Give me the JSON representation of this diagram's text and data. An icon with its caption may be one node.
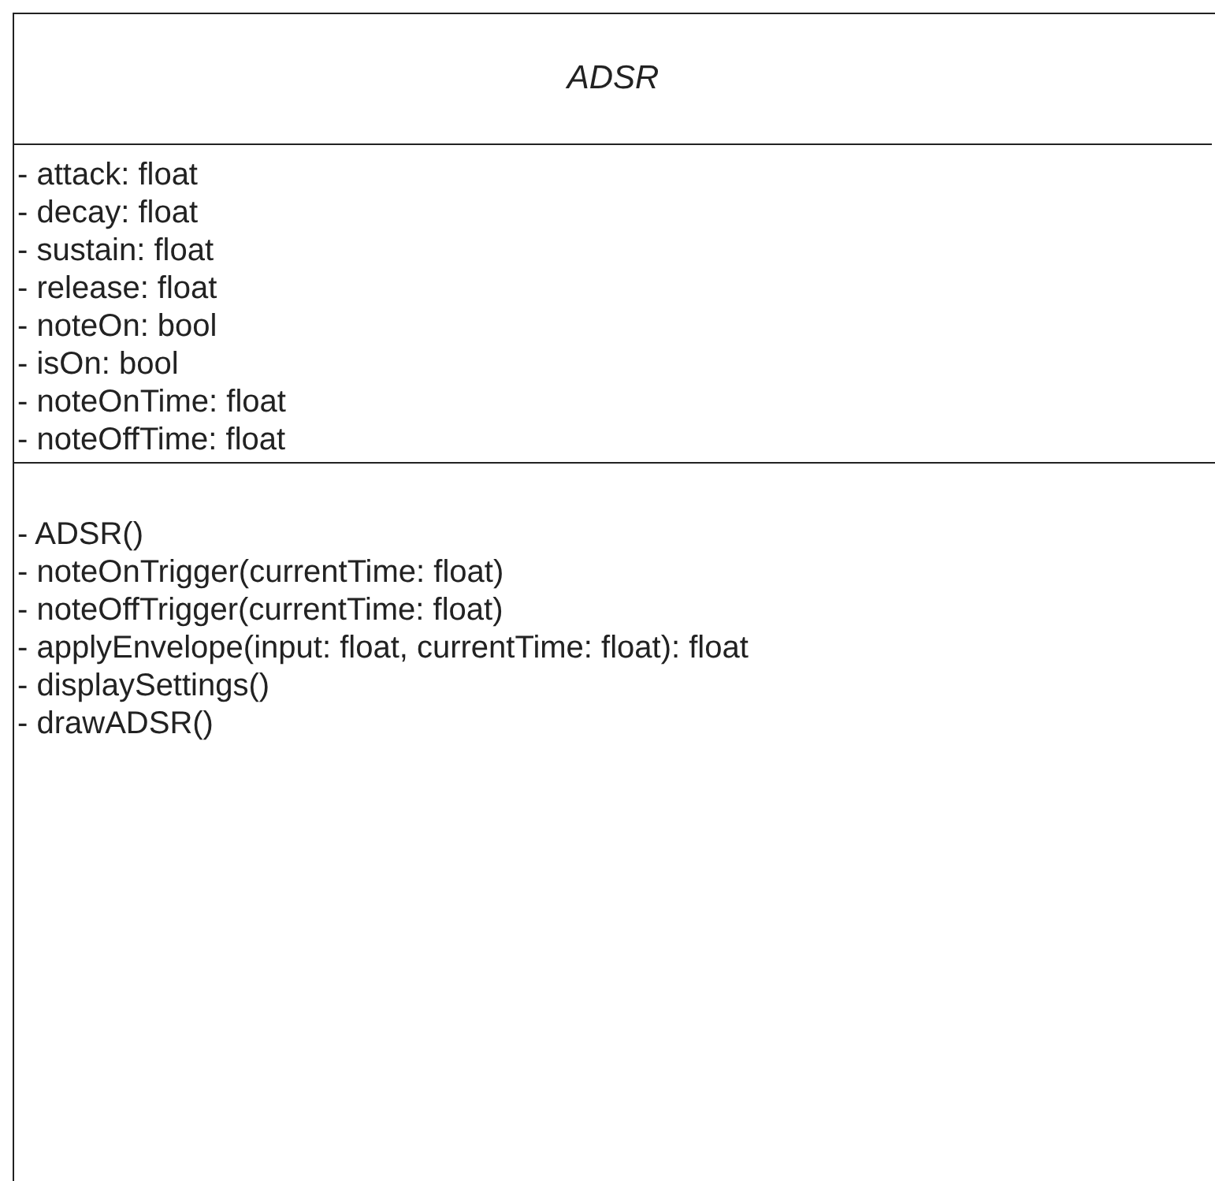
{
  "diagram": {
    "nodes": [
      {
        "text": [
          "ADSR"
        ]
      },
      {
        "text": [
          "- attack: float",
          "- decay: float",
          "- sustain: float",
          "- release: float",
          "- noteOn: bool",
          "- isOn: bool",
          "- noteOnTime: float",
          "- noteOffTime: float"
        ],
        "in": 0
      },
      {
        "text": [
          "- ADSR()",
          "- noteOnTrigger(currentTime: float)",
          "- noteOffTrigger(currentTime: float)",
          "- applyEnvelope(input: float, currentTime: float): float",
          "- displaySettings()",
          "- drawADSR()"
        ],
        "in": 0
      }
    ],
    "edges": []
  }
}
